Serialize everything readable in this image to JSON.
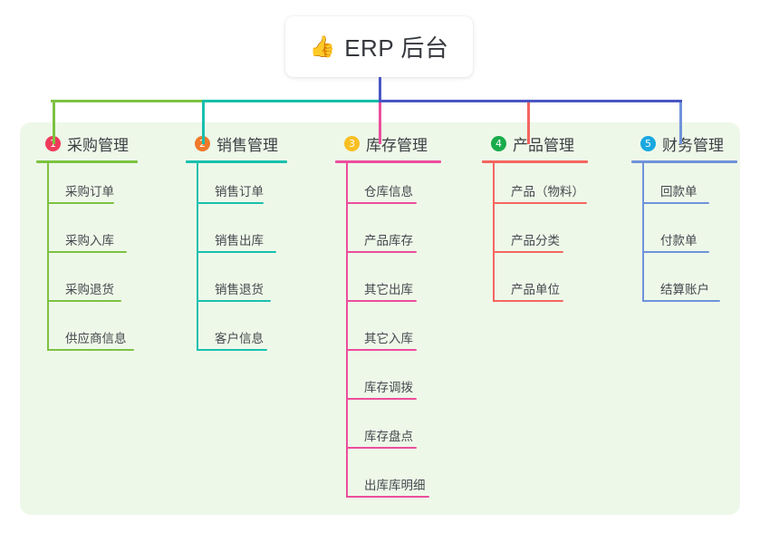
{
  "root": {
    "icon": "thumbs-up-icon",
    "icon_glyph": "👍",
    "title": "ERP 后台"
  },
  "panel": {
    "background": "#eef8e9"
  },
  "connector": {
    "trunk_color": "#4a56c4",
    "segments": [
      {
        "name": "bus-green",
        "color": "#7dc242"
      },
      {
        "name": "bus-teal",
        "color": "#14bfa6"
      },
      {
        "name": "bus-indigo",
        "color": "#4a56c4"
      }
    ]
  },
  "columns": [
    {
      "index": "1",
      "title": "采购管理",
      "badge_color": "#ef3b5b",
      "line_color": "#7dc242",
      "rule_width": 112,
      "items": [
        {
          "label": "采购订单",
          "rule_width": 74
        },
        {
          "label": "采购入库",
          "rule_width": 88
        },
        {
          "label": "采购退货",
          "rule_width": 82
        },
        {
          "label": "供应商信息",
          "rule_width": 96
        }
      ]
    },
    {
      "index": "2",
      "title": "销售管理",
      "badge_color": "#f0792b",
      "line_color": "#19c0ae",
      "rule_width": 112,
      "items": [
        {
          "label": "销售订单",
          "rule_width": 74
        },
        {
          "label": "销售出库",
          "rule_width": 88
        },
        {
          "label": "销售退货",
          "rule_width": 82
        },
        {
          "label": "客户信息",
          "rule_width": 78
        }
      ]
    },
    {
      "index": "3",
      "title": "库存管理",
      "badge_color": "#f8bf22",
      "line_color": "#eb4e9c",
      "rule_width": 117,
      "items": [
        {
          "label": "仓库信息",
          "rule_width": 78
        },
        {
          "label": "产品库存",
          "rule_width": 78
        },
        {
          "label": "其它出库",
          "rule_width": 78
        },
        {
          "label": "其它入库",
          "rule_width": 78
        },
        {
          "label": "库存调拨",
          "rule_width": 78
        },
        {
          "label": "库存盘点",
          "rule_width": 78
        },
        {
          "label": "出库库明细",
          "rule_width": 92
        }
      ]
    },
    {
      "index": "4",
      "title": "产品管理",
      "badge_color": "#1aab4b",
      "line_color": "#f4665f",
      "rule_width": 117,
      "items": [
        {
          "label": "产品（物料）",
          "rule_width": 104
        },
        {
          "label": "产品分类",
          "rule_width": 78
        },
        {
          "label": "产品单位",
          "rule_width": 78
        }
      ]
    },
    {
      "index": "5",
      "title": "财务管理",
      "badge_color": "#19a8e0",
      "line_color": "#6f93da",
      "rule_width": 117,
      "items": [
        {
          "label": "回款单",
          "rule_width": 74
        },
        {
          "label": "付款单",
          "rule_width": 74
        },
        {
          "label": "结算账户",
          "rule_width": 86
        }
      ]
    }
  ]
}
